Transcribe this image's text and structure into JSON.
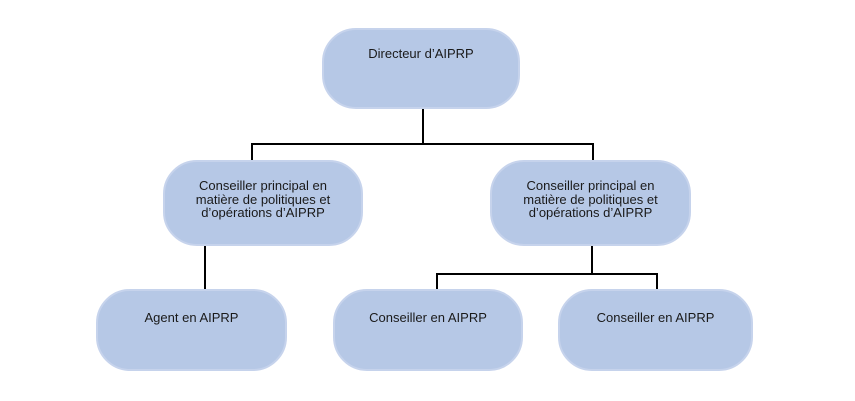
{
  "diagram": {
    "type": "org-chart",
    "background": "#ffffff"
  },
  "styles": {
    "box_fill": "#b6c8e6",
    "box_border": "#c6d3ec",
    "line_color": "#000000",
    "text_color": "#1a1a1a"
  },
  "nodes": {
    "director": {
      "lines": [
        "Directeur d’AIPRP"
      ]
    },
    "senior_left": {
      "lines": [
        "Conseiller principal en",
        "matière de politiques et",
        "d’opérations d’AIPRP"
      ]
    },
    "senior_right": {
      "lines": [
        "Conseiller principal en",
        "matière de politiques et",
        "d’opérations d’AIPRP"
      ]
    },
    "agent": {
      "lines": [
        "Agent en AIPRP"
      ]
    },
    "conseiller_mid": {
      "lines": [
        "Conseiller en AIPRP"
      ]
    },
    "conseiller_right": {
      "lines": [
        "Conseiller en AIPRP"
      ]
    }
  },
  "edges": [
    {
      "from": "director",
      "to": "senior_left"
    },
    {
      "from": "director",
      "to": "senior_right"
    },
    {
      "from": "senior_left",
      "to": "agent"
    },
    {
      "from": "senior_right",
      "to": "conseiller_mid"
    },
    {
      "from": "senior_right",
      "to": "conseiller_right"
    }
  ]
}
